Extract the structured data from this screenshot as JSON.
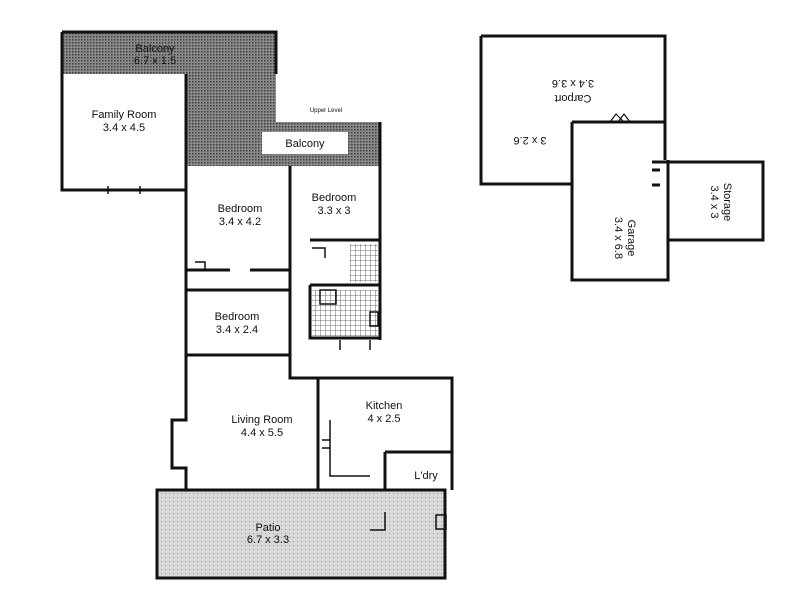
{
  "title_note": "Upper Level",
  "colors": {
    "wall": "#111111",
    "hatch": "#5a5a5a",
    "patio": "#bdbdbd",
    "balcony_label_bg": "#ffffff"
  },
  "rooms": {
    "balcony_top": {
      "name": "Balcony",
      "size": "6.7 x 1.5"
    },
    "family_room": {
      "name": "Family Room",
      "size": "3.4 x 4.5"
    },
    "balcony_mid": {
      "name": "Balcony"
    },
    "bedroom_1": {
      "name": "Bedroom",
      "size": "3.4 x 4.2"
    },
    "bedroom_2": {
      "name": "Bedroom",
      "size": "3.3 x 3"
    },
    "bedroom_3": {
      "name": "Bedroom",
      "size": "3.4 x 2.4"
    },
    "living_room": {
      "name": "Living Room",
      "size": "4.4 x 5.5"
    },
    "kitchen": {
      "name": "Kitchen",
      "size": "4 x 2.5"
    },
    "laundry": {
      "name": "L'dry"
    },
    "patio": {
      "name": "Patio",
      "size": "6.7 x 3.3"
    },
    "carport": {
      "name": "Carport",
      "size": "3.4 x 3.6"
    },
    "carport_extra": {
      "size": "3 x 2.6"
    },
    "garage": {
      "name": "Garage",
      "size": "3.4 x 6.8"
    },
    "storage": {
      "name": "Storage",
      "size": "3.4 x 3"
    }
  }
}
